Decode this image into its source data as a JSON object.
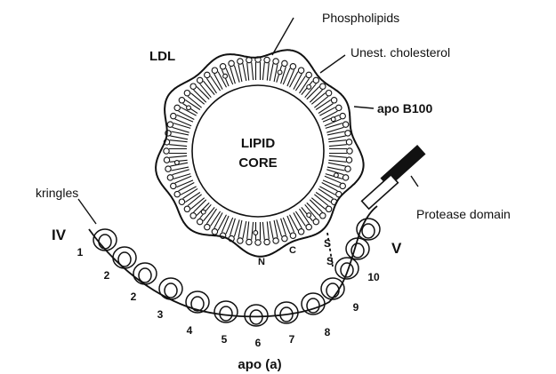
{
  "labels": {
    "phospholipids": "Phospholipids",
    "ldl": "LDL",
    "unest_cholesterol": "Unest. cholesterol",
    "apo_b100": "apo B100",
    "lipid": "LIPID",
    "core": "CORE",
    "kringles": "kringles",
    "iv": "IV",
    "v": "V",
    "protease_domain": "Protease domain",
    "n": "N",
    "c": "C",
    "s1": "S",
    "s2": "S",
    "apo_a": "apo (a)"
  },
  "kringle_numbers": [
    "1",
    "2",
    "2",
    "3",
    "4",
    "5",
    "6",
    "7",
    "8",
    "9",
    "10"
  ],
  "colors": {
    "ink": "#111111",
    "background": "#ffffff"
  }
}
